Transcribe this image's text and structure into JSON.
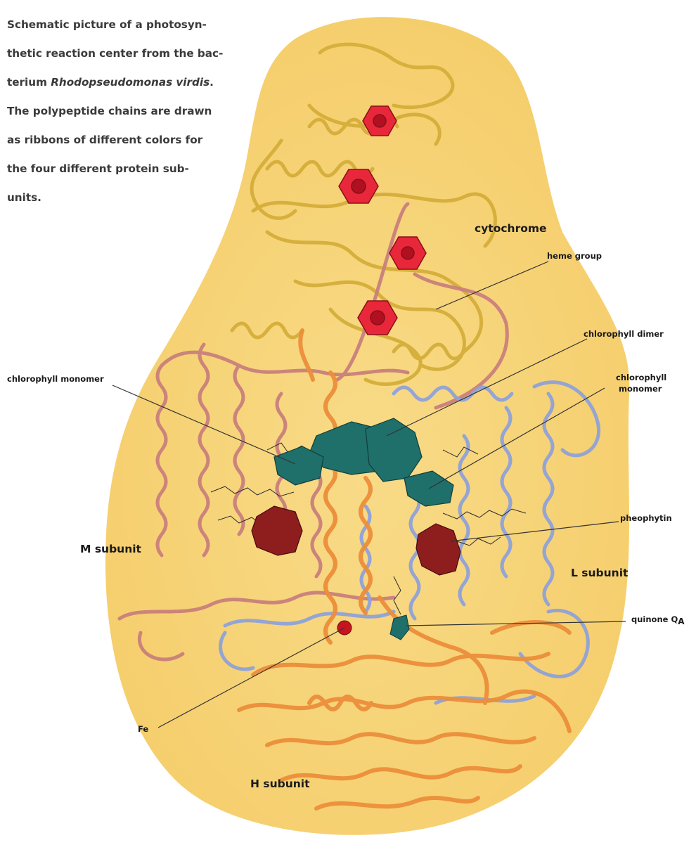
{
  "caption": {
    "line1": "Schematic picture of a photosyn-",
    "line2": "thetic reaction center from the bac-",
    "line3_prefix": "terium ",
    "line3_species": "Rhodopseudomonas virdis",
    "line3_suffix": ".",
    "line4": "The polypeptide chains are drawn",
    "line5": "as ribbons of different colors for",
    "line6": "the four different protein sub-",
    "line7": "units."
  },
  "labels": {
    "cytochrome": "cytochrome",
    "heme_group": "heme group",
    "chlorophyll_dimer": "chlorophyll dimer",
    "chlorophyll_monomer_left": "chlorophyll monomer",
    "chlorophyll_monomer_right_1": "chlorophyll",
    "chlorophyll_monomer_right_2": "monomer",
    "pheophytin": "pheophytin",
    "m_subunit": "M subunit",
    "l_subunit": "L subunit",
    "quinone": "quinone Q",
    "quinone_sub": "A",
    "fe": "Fe",
    "h_subunit": "H subunit"
  },
  "colors": {
    "membrane_fill": "#f7d77e",
    "cytochrome_ribbon": "#d9b64a",
    "m_ribbon": "#c97f7a",
    "l_ribbon": "#8c9fd8",
    "h_ribbon": "#ec8e3a",
    "heme": "#e8283a",
    "chlorophyll": "#1f6f6a",
    "pheophytin": "#8e1e1e",
    "fe": "#c8141e",
    "label_line": "#333333"
  }
}
